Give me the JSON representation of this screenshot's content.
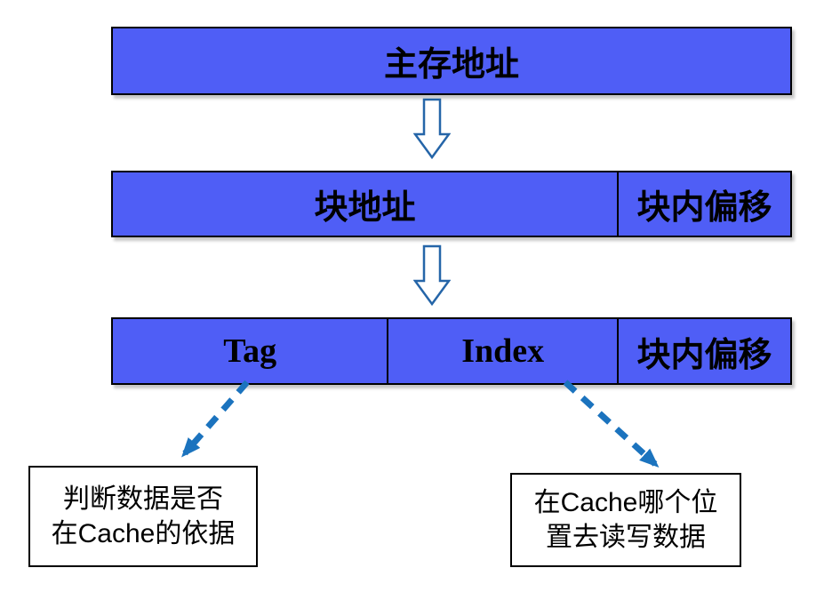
{
  "diagram": {
    "rows": [
      {
        "name": "main-memory-address",
        "cells": [
          {
            "label": "主存地址"
          }
        ]
      },
      {
        "name": "block-address-split",
        "cells": [
          {
            "label": "块地址"
          },
          {
            "label": "块内偏移"
          }
        ]
      },
      {
        "name": "tag-index-offset-split",
        "cells": [
          {
            "label": "Tag"
          },
          {
            "label": "Index"
          },
          {
            "label": "块内偏移"
          }
        ]
      }
    ],
    "notes": [
      {
        "name": "tag-note",
        "lines": [
          "判断数据是否",
          "在Cache的依据"
        ]
      },
      {
        "name": "index-note",
        "lines": [
          "在Cache哪个位",
          "置去读写数据"
        ]
      }
    ],
    "icons": {
      "flow_arrow": "hollow-down-arrow-icon",
      "pointer_arrow": "dashed-arrow-icon"
    },
    "colors": {
      "bar_fill": "#4F5EF6",
      "bar_border": "#000000",
      "hollow_arrow_stroke": "#2565A8",
      "dashed_arrow": "#1B73BE",
      "note_border": "#000000",
      "text": "#000000"
    }
  }
}
